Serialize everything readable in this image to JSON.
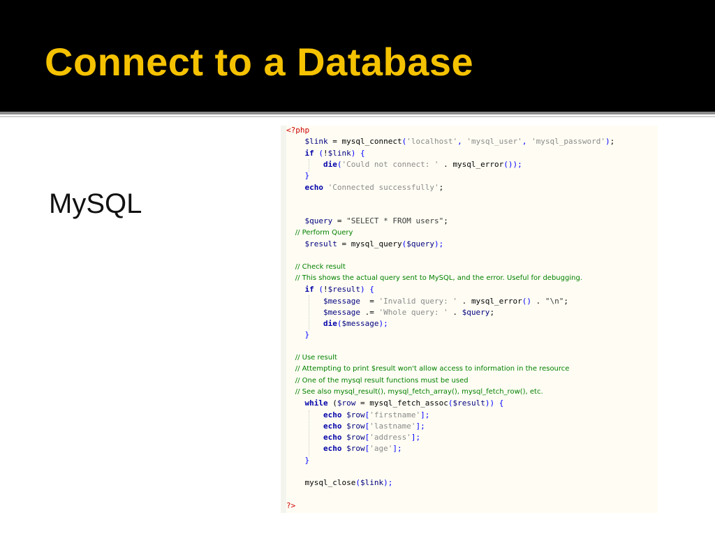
{
  "slide": {
    "title": "Connect to a Database",
    "bullet": "MySQL"
  },
  "code": {
    "lines": [
      [
        {
          "t": "<?php",
          "c": "tag"
        }
      ],
      [
        {
          "t": "    "
        },
        {
          "t": "$link",
          "c": "v"
        },
        {
          "t": " = "
        },
        {
          "t": "mysql_connect",
          "c": "f"
        },
        {
          "t": "(",
          "c": "p"
        },
        {
          "t": "'localhost'",
          "c": "s"
        },
        {
          "t": ", ",
          "c": "p"
        },
        {
          "t": "'mysql_user'",
          "c": "s"
        },
        {
          "t": ", ",
          "c": "p"
        },
        {
          "t": "'mysql_password'",
          "c": "s"
        },
        {
          "t": ")",
          "c": "p"
        },
        {
          "t": ";",
          "c": "pun"
        }
      ],
      [
        {
          "t": "    "
        },
        {
          "t": "if",
          "c": "k"
        },
        {
          "t": " (",
          "c": "p"
        },
        {
          "t": "!",
          "c": "pun"
        },
        {
          "t": "$link",
          "c": "v"
        },
        {
          "t": ") {",
          "c": "p"
        }
      ],
      [
        {
          "t": "        "
        },
        {
          "t": "die",
          "c": "k"
        },
        {
          "t": "(",
          "c": "p"
        },
        {
          "t": "'Could not connect: '",
          "c": "s"
        },
        {
          "t": " . "
        },
        {
          "t": "mysql_error",
          "c": "f"
        },
        {
          "t": "());",
          "c": "p"
        }
      ],
      [
        {
          "t": "    "
        },
        {
          "t": "}",
          "c": "p"
        }
      ],
      [
        {
          "t": "    "
        },
        {
          "t": "echo",
          "c": "k"
        },
        {
          "t": " "
        },
        {
          "t": "'Connected successfully'",
          "c": "s"
        },
        {
          "t": ";",
          "c": "pun"
        }
      ],
      [],
      [],
      [
        {
          "t": "    "
        },
        {
          "t": "$query",
          "c": "v"
        },
        {
          "t": " = "
        },
        {
          "t": "\"SELECT * FROM users\"",
          "c": "q"
        },
        {
          "t": ";",
          "c": "pun"
        }
      ],
      [
        {
          "t": "    "
        },
        {
          "t": "// Perform Query",
          "c": "c"
        }
      ],
      [
        {
          "t": "    "
        },
        {
          "t": "$result",
          "c": "v"
        },
        {
          "t": " = "
        },
        {
          "t": "mysql_query",
          "c": "f"
        },
        {
          "t": "(",
          "c": "p"
        },
        {
          "t": "$query",
          "c": "v"
        },
        {
          "t": ");",
          "c": "p"
        }
      ],
      [],
      [
        {
          "t": "    "
        },
        {
          "t": "// Check result",
          "c": "c"
        }
      ],
      [
        {
          "t": "    "
        },
        {
          "t": "// This shows the actual query sent to MySQL, and the error. Useful for debugging.",
          "c": "c"
        }
      ],
      [
        {
          "t": "    "
        },
        {
          "t": "if",
          "c": "k"
        },
        {
          "t": " (",
          "c": "p"
        },
        {
          "t": "!",
          "c": "pun"
        },
        {
          "t": "$result",
          "c": "v"
        },
        {
          "t": ") {",
          "c": "p"
        }
      ],
      [
        {
          "t": "        "
        },
        {
          "t": "$message",
          "c": "v"
        },
        {
          "t": "  = "
        },
        {
          "t": "'Invalid query: '",
          "c": "s"
        },
        {
          "t": " . "
        },
        {
          "t": "mysql_error",
          "c": "f"
        },
        {
          "t": "()",
          "c": "p"
        },
        {
          "t": " . "
        },
        {
          "t": "\"\\n\"",
          "c": "q"
        },
        {
          "t": ";",
          "c": "pun"
        }
      ],
      [
        {
          "t": "        "
        },
        {
          "t": "$message",
          "c": "v"
        },
        {
          "t": " .= "
        },
        {
          "t": "'Whole query: '",
          "c": "s"
        },
        {
          "t": " . "
        },
        {
          "t": "$query",
          "c": "v"
        },
        {
          "t": ";",
          "c": "pun"
        }
      ],
      [
        {
          "t": "        "
        },
        {
          "t": "die",
          "c": "k"
        },
        {
          "t": "(",
          "c": "p"
        },
        {
          "t": "$message",
          "c": "v"
        },
        {
          "t": ");",
          "c": "p"
        }
      ],
      [
        {
          "t": "    "
        },
        {
          "t": "}",
          "c": "p"
        }
      ],
      [],
      [
        {
          "t": "    "
        },
        {
          "t": "// Use result",
          "c": "c"
        }
      ],
      [
        {
          "t": "    "
        },
        {
          "t": "// Attempting to print $result won't allow access to information in the resource",
          "c": "c"
        }
      ],
      [
        {
          "t": "    "
        },
        {
          "t": "// One of the mysql result functions must be used",
          "c": "c"
        }
      ],
      [
        {
          "t": "    "
        },
        {
          "t": "// See also mysql_result(), mysql_fetch_array(), mysql_fetch_row(), etc.",
          "c": "c"
        }
      ],
      [
        {
          "t": "    "
        },
        {
          "t": "while",
          "c": "k"
        },
        {
          "t": " ("
        },
        {
          "t": "$row",
          "c": "v"
        },
        {
          "t": " = "
        },
        {
          "t": "mysql_fetch_assoc",
          "c": "f"
        },
        {
          "t": "(",
          "c": "p"
        },
        {
          "t": "$result",
          "c": "v"
        },
        {
          "t": ")) {",
          "c": "p"
        }
      ],
      [
        {
          "t": "        "
        },
        {
          "t": "echo",
          "c": "k"
        },
        {
          "t": " "
        },
        {
          "t": "$row",
          "c": "v"
        },
        {
          "t": "[",
          "c": "p"
        },
        {
          "t": "'firstname'",
          "c": "s"
        },
        {
          "t": "];",
          "c": "p"
        }
      ],
      [
        {
          "t": "        "
        },
        {
          "t": "echo",
          "c": "k"
        },
        {
          "t": " "
        },
        {
          "t": "$row",
          "c": "v"
        },
        {
          "t": "[",
          "c": "p"
        },
        {
          "t": "'lastname'",
          "c": "s"
        },
        {
          "t": "];",
          "c": "p"
        }
      ],
      [
        {
          "t": "        "
        },
        {
          "t": "echo",
          "c": "k"
        },
        {
          "t": " "
        },
        {
          "t": "$row",
          "c": "v"
        },
        {
          "t": "[",
          "c": "p"
        },
        {
          "t": "'address'",
          "c": "s"
        },
        {
          "t": "];",
          "c": "p"
        }
      ],
      [
        {
          "t": "        "
        },
        {
          "t": "echo",
          "c": "k"
        },
        {
          "t": " "
        },
        {
          "t": "$row",
          "c": "v"
        },
        {
          "t": "[",
          "c": "p"
        },
        {
          "t": "'age'",
          "c": "s"
        },
        {
          "t": "];",
          "c": "p"
        }
      ],
      [
        {
          "t": "    "
        },
        {
          "t": "}",
          "c": "p"
        }
      ],
      [],
      [
        {
          "t": "    "
        },
        {
          "t": "mysql_close",
          "c": "f"
        },
        {
          "t": "(",
          "c": "p"
        },
        {
          "t": "$link",
          "c": "v"
        },
        {
          "t": ");",
          "c": "p"
        }
      ],
      [],
      [
        {
          "t": "?>",
          "c": "tag"
        }
      ]
    ]
  }
}
